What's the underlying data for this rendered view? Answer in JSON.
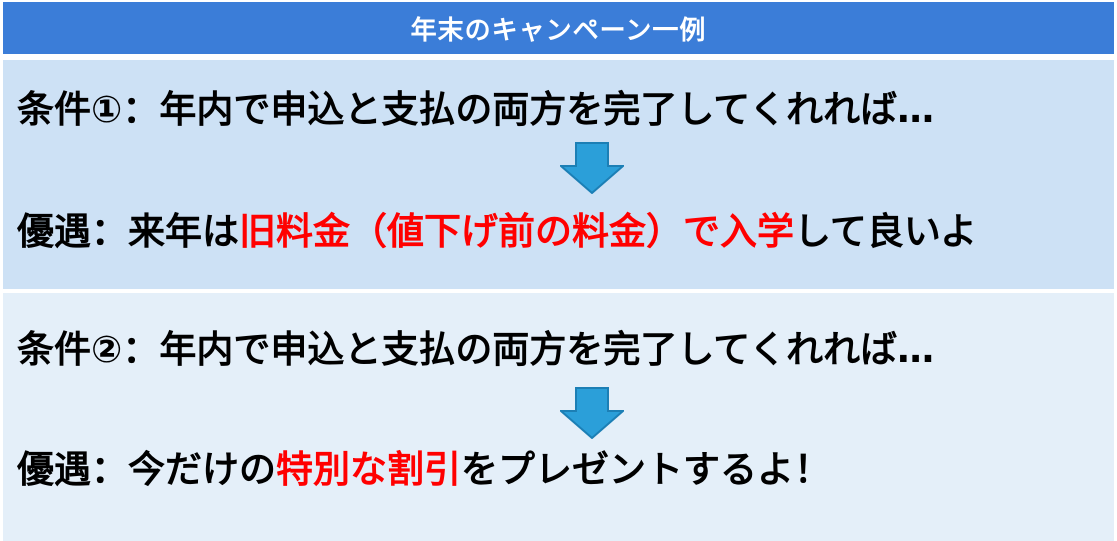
{
  "header": {
    "title": "年末のキャンペーン一例"
  },
  "panel1": {
    "condition": "条件①：年内で申込と支払の両方を完了してくれれば…",
    "benefit_prefix": "優遇：来年は",
    "benefit_highlight": "旧料金（値下げ前の料金）で入学",
    "benefit_suffix": "して良いよ"
  },
  "panel2": {
    "condition": "条件②：年内で申込と支払の両方を完了してくれれば…",
    "benefit_prefix": "優遇：今だけの",
    "benefit_highlight": "特別な割引",
    "benefit_suffix": "をプレゼントするよ！"
  },
  "colors": {
    "header_bg": "#3b7dd8",
    "panel1_bg": "#cde1f5",
    "panel2_bg": "#e4eff9",
    "highlight": "#ff0000",
    "arrow_fill": "#2b9fd9",
    "arrow_stroke": "#1c7fb5"
  },
  "icons": {
    "arrow": "arrow-down-icon"
  }
}
